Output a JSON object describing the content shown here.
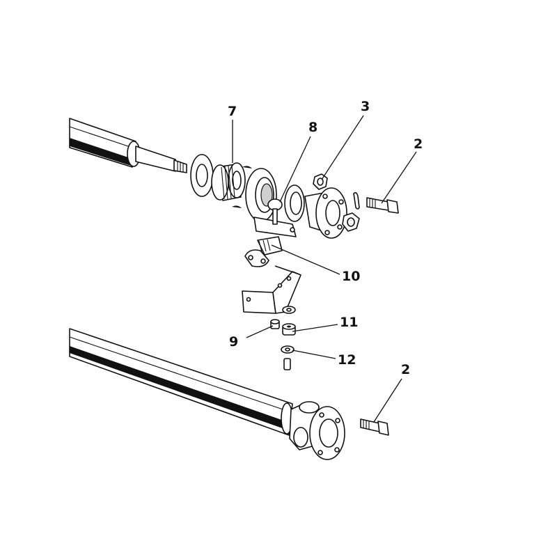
{
  "diagram": {
    "callouts": [
      {
        "id": "c7",
        "text": "7"
      },
      {
        "id": "c8",
        "text": "8"
      },
      {
        "id": "c3",
        "text": "3"
      },
      {
        "id": "c2a",
        "text": "2"
      },
      {
        "id": "c10",
        "text": "10"
      },
      {
        "id": "c11",
        "text": "11"
      },
      {
        "id": "c9",
        "text": "9"
      },
      {
        "id": "c12",
        "text": "12"
      },
      {
        "id": "c2b",
        "text": "2"
      }
    ]
  }
}
